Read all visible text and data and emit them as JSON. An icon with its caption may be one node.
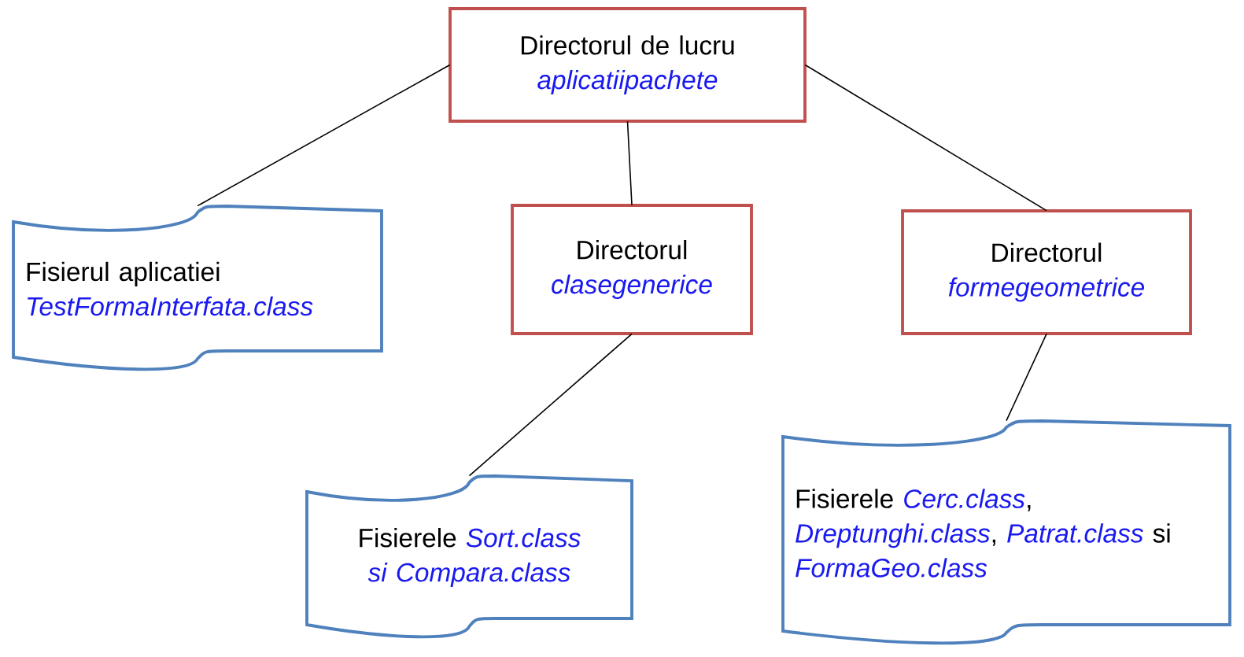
{
  "diagram": {
    "nodes": [
      {
        "text": [
          "Directorul de lucru",
          "aplicatiipachete"
        ]
      },
      {
        "text": [
          "Fisierul aplicatiei",
          "TestFormaInterfata.class"
        ]
      },
      {
        "text": [
          "Directorul",
          "clasegenerice"
        ]
      },
      {
        "text": [
          "Directorul",
          "formegeometrice"
        ]
      },
      {
        "text": [
          "Fisierele *Sort.class* *si* *Compara.class*"
        ]
      },
      {
        "text": [
          "Fisierele *Cerc.class*, *Dreptunghi.class*, *Patrat.class* si *FormaGeo.class*"
        ]
      }
    ],
    "edges": [
      {
        "from": 0,
        "to": 1,
        "arrow": "none"
      },
      {
        "from": 0,
        "to": 2,
        "arrow": "none"
      },
      {
        "from": 0,
        "to": 3,
        "arrow": "none"
      },
      {
        "from": 2,
        "to": 4,
        "arrow": "none"
      },
      {
        "from": 3,
        "to": 5,
        "arrow": "none"
      }
    ]
  }
}
